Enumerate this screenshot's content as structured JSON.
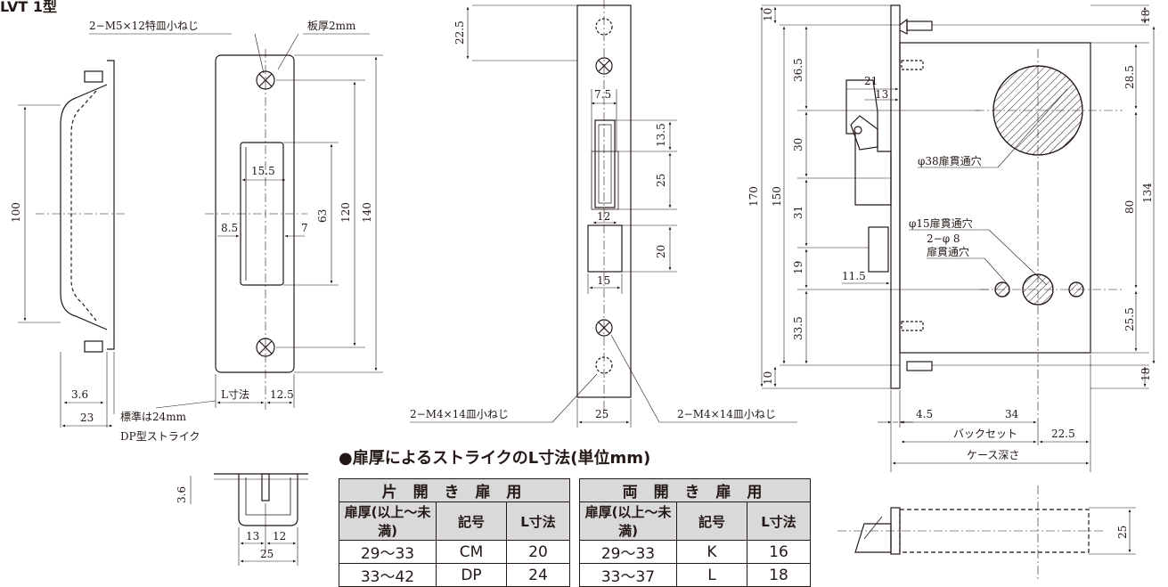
{
  "title": "LVT 1型",
  "table_heading": "●扉厚によるストライクのL寸法(単位mm)",
  "single_table": {
    "title": "片 開 き 扉 用",
    "headers": [
      "扉厚(以上〜未満)",
      "記号",
      "L寸法"
    ],
    "rows": [
      [
        "29〜33",
        "CM",
        "20"
      ],
      [
        "33〜42",
        "DP",
        "24"
      ]
    ]
  },
  "double_table": {
    "title": "両 開 き 扉 用",
    "headers": [
      "扉厚(以上〜未満)",
      "記号",
      "L寸法"
    ],
    "rows": [
      [
        "29〜33",
        "K",
        "16"
      ],
      [
        "33〜37",
        "L",
        "18"
      ]
    ]
  },
  "labels": {
    "screw1": "2−M5×12特皿小ねじ",
    "plate": "板厚2mm",
    "d100": "100",
    "d36": "3.6",
    "d23": "23",
    "std_note1": "標準は24mm",
    "std_note2": "DP型ストライク",
    "d155": "15.5",
    "d85": "8.5",
    "d7": "7",
    "d63": "63",
    "d120": "120",
    "d140": "140",
    "lsize": "L寸法",
    "d125": "12.5",
    "d225": "22.5",
    "d75": "7.5",
    "d135": "13.5",
    "d25a": "25",
    "d12": "12",
    "d20": "20",
    "d15": "15",
    "d25b": "25",
    "screw2a": "2−M4×14皿小ねじ",
    "screw2b": "2−M4×14皿小ねじ",
    "s36b": "3.6",
    "s13": "13",
    "s12": "12",
    "s25": "25",
    "c10a": "10",
    "c365": "36.5",
    "c30": "30",
    "c31": "31",
    "c19": "19",
    "c335": "33.5",
    "c10b": "10",
    "c170": "170",
    "c150": "150",
    "c21": "21",
    "c13": "13",
    "c115": "11.5",
    "hole38": "φ38扉貫通穴",
    "hole15": "φ15扉貫通穴",
    "hole8a": "2−φ 8",
    "hole8b": "扉貫通穴",
    "r18a": "18",
    "r285": "28.5",
    "r80": "80",
    "r134": "134",
    "r255": "25.5",
    "r18b": "18",
    "c45": "4.5",
    "c34": "34",
    "backset": "バックセット",
    "c225": "22.5",
    "depth": "ケース深さ",
    "b25": "25"
  }
}
